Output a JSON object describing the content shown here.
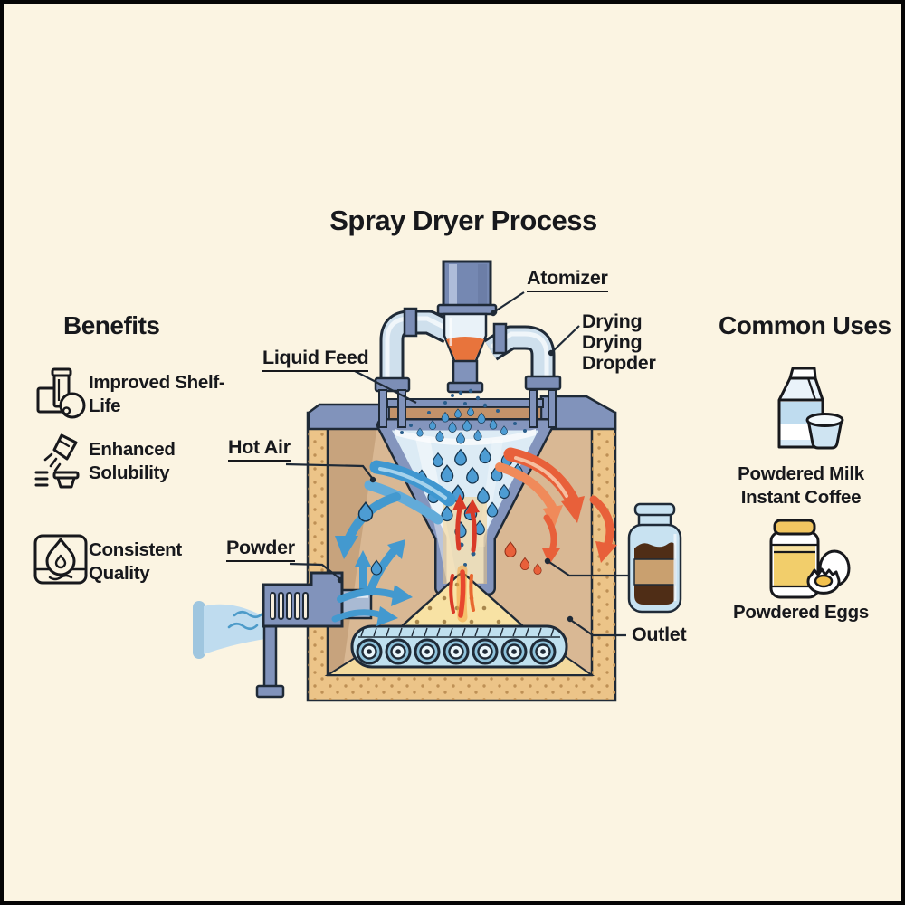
{
  "title": "Spray Dryer Process",
  "benefits": {
    "heading": "Benefits",
    "items": [
      {
        "icon": "packaged-food-icon",
        "label": "Improved Shelf-Life"
      },
      {
        "icon": "dissolving-scoop-icon",
        "label": "Enhanced Solubility"
      },
      {
        "icon": "quality-drop-badge-icon",
        "label": "Consistent Quality"
      }
    ]
  },
  "common_uses": {
    "heading": "Common Uses",
    "items": [
      {
        "icon": "milk-carton-cup-icon",
        "lines": [
          "Powdered Milk",
          "Instant Coffee"
        ]
      },
      {
        "icon": "egg-jar-icon",
        "lines": [
          "Powdered Eggs"
        ]
      }
    ]
  },
  "diagram_labels": {
    "atomizer": "Atomizer",
    "liquid_feed": "Liquid Feed",
    "drying": [
      "Drying",
      "Drying",
      "Dropder"
    ],
    "hot_air": "Hot Air",
    "powder": "Powder",
    "outlet": "Outlet"
  },
  "colors": {
    "background": "#FBF4E2",
    "outline": "#1F2A37",
    "machine_blue": "#8193BB",
    "pipe_blue": "#CFE0ED",
    "glass_blue": "#DCEBF5",
    "hot_air_blue": "#3F97D0",
    "exhaust_orange": "#E8603A",
    "liquid_orange": "#E8743C",
    "powder_yellow": "#F8E2A4",
    "sand_wall": "#ECC488",
    "chamber_tan": "#D9B894",
    "coffee_brown": "#4F2D16",
    "flame_red": "#D93A28",
    "text": "#17181C"
  }
}
